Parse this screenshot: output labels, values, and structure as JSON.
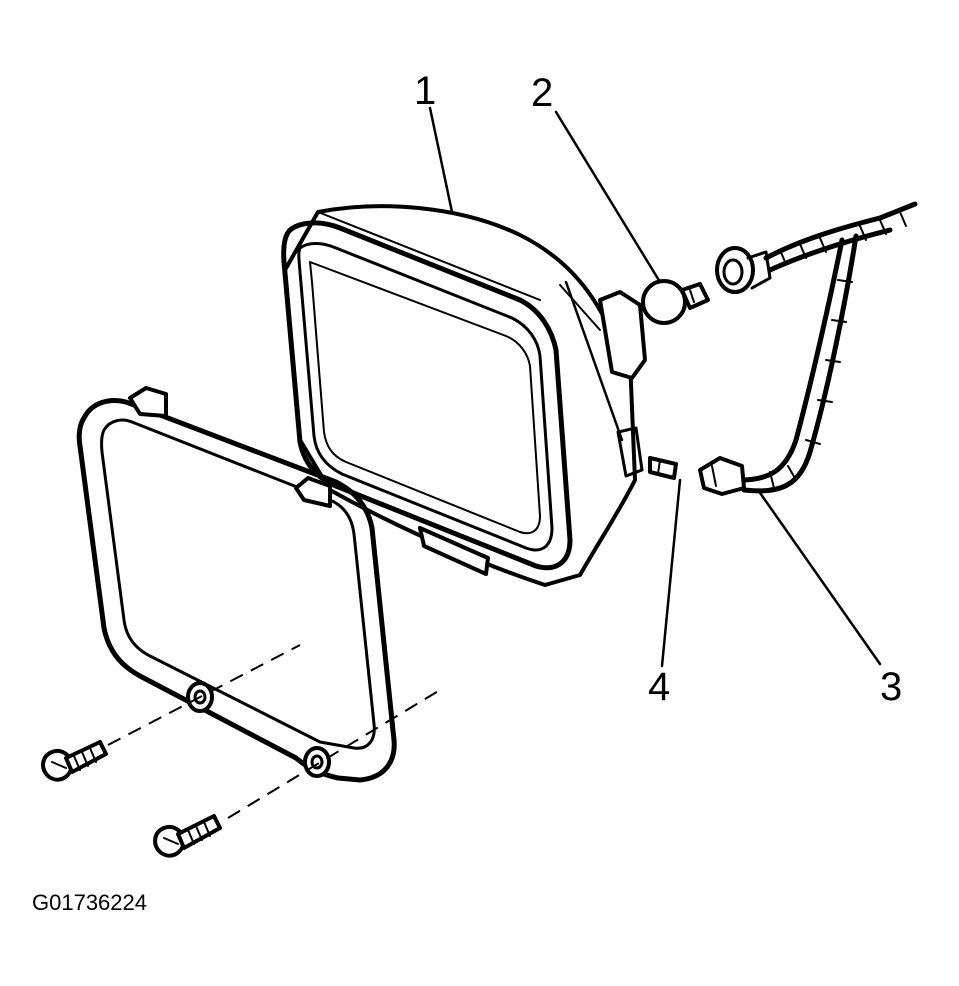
{
  "callouts": {
    "headlamp": "1",
    "bulb": "2",
    "wiring_harness": "3",
    "side_marker_bulb": "4"
  },
  "figure_id": "G01736224"
}
